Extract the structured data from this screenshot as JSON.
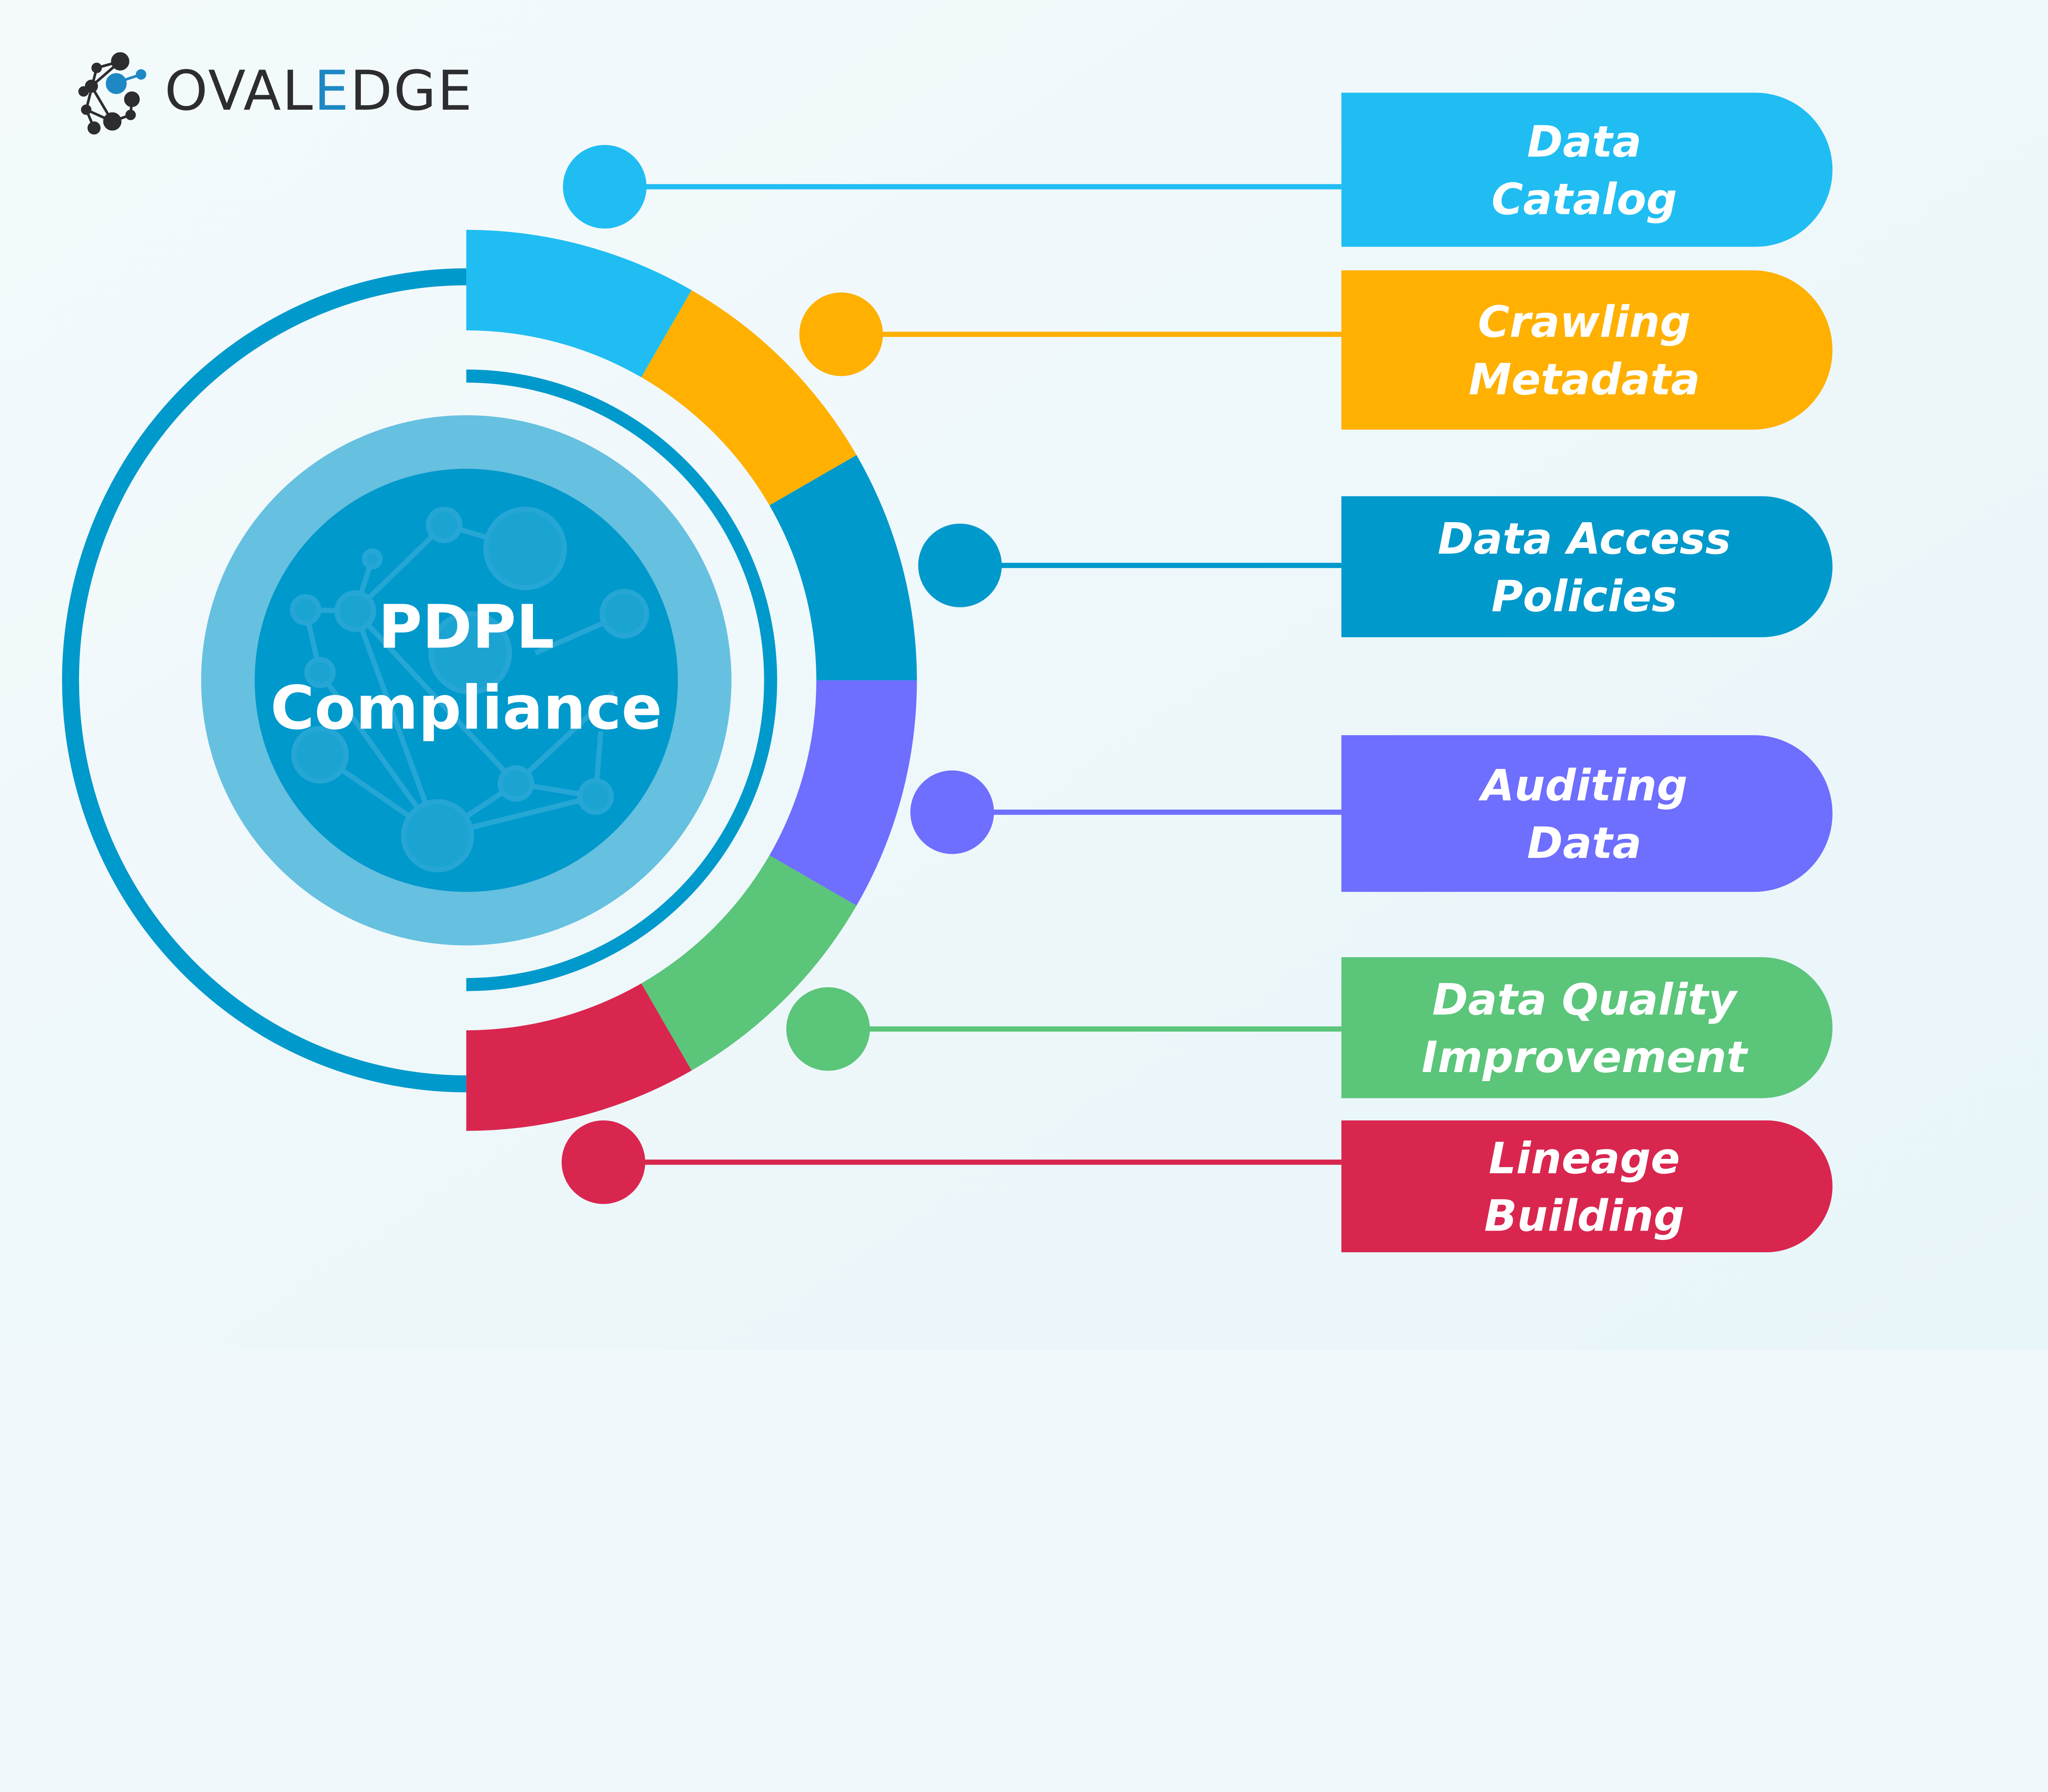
{
  "logo": {
    "prefix": "OVAL",
    "accent": "E",
    "suffix": "DGE",
    "accent_color": "#1e88c4",
    "text_color": "#2d2d30"
  },
  "center": {
    "line1": "PDPL",
    "line2": "Compliance"
  },
  "items": [
    {
      "line1": "Data",
      "line2": "Catalog",
      "color": "#20bdf2"
    },
    {
      "line1": "Crawling",
      "line2": "Metadata",
      "color": "#ffb000"
    },
    {
      "line1": "Data Access",
      "line2": "Policies",
      "color": "#0099cc"
    },
    {
      "line1": "Auditing",
      "line2": "Data",
      "color": "#6e6eff"
    },
    {
      "line1": "Data Quality",
      "line2": "Improvement",
      "color": "#5bc57a"
    },
    {
      "line1": "Lineage",
      "line2": "Building",
      "color": "#d9264f"
    }
  ]
}
